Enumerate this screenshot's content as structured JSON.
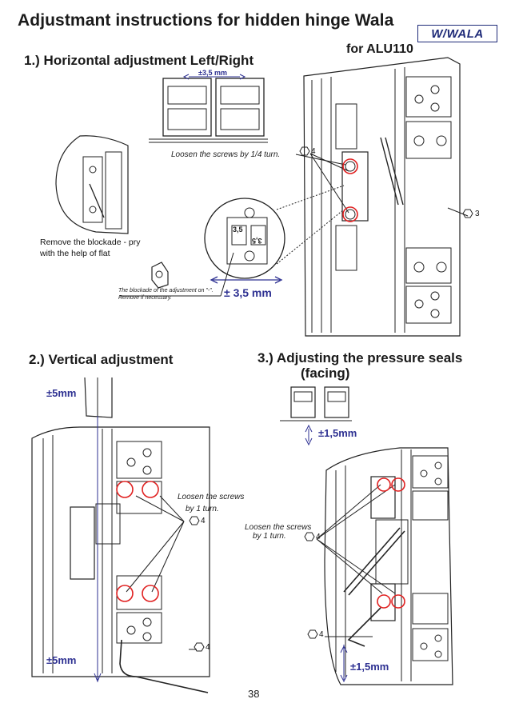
{
  "title": "Adjustmant instructions for hidden hinge Wala",
  "logo_text": "W/WALA",
  "model": "for ALU110",
  "section1": {
    "heading": "1.) Horizontal adjustment Left/Right",
    "profile_dim": "±3,5 mm",
    "loosen_note": "Loosen the screws by 1/4 turn.",
    "screw_label_a": "4",
    "screw_label_b": "3",
    "blockade_note_line1": "Remove the blockade - pry",
    "blockade_note_line2": "with the help of flat",
    "blockade_adjust_line1": "The blockade of the adjustment on \"-\".",
    "blockade_adjust_line2": "Remove if necessary.",
    "range": "± 3,5 mm",
    "dial_top": "3,5",
    "dial_bottom": "3,5"
  },
  "section2": {
    "heading": "2.) Vertical adjustment",
    "range_top": "±5mm",
    "range_bottom": "±5mm",
    "loosen_line1": "Loosen the screws",
    "loosen_line2": "by 1 turn.",
    "screw_label_a": "4",
    "screw_label_b": "4"
  },
  "section3": {
    "heading_line1": "3.) Adjusting the pressure seals",
    "heading_line2": "(facing)",
    "range_top": "±1,5mm",
    "range_bottom": "±1,5mm",
    "loosen_line1": "Loosen the screws",
    "loosen_line2": "by 1 turn.",
    "screw_label_a": "4",
    "screw_label_b": "4"
  },
  "page_number": "38",
  "accent_blue": "#2e3192",
  "accent_red": "#e02020"
}
